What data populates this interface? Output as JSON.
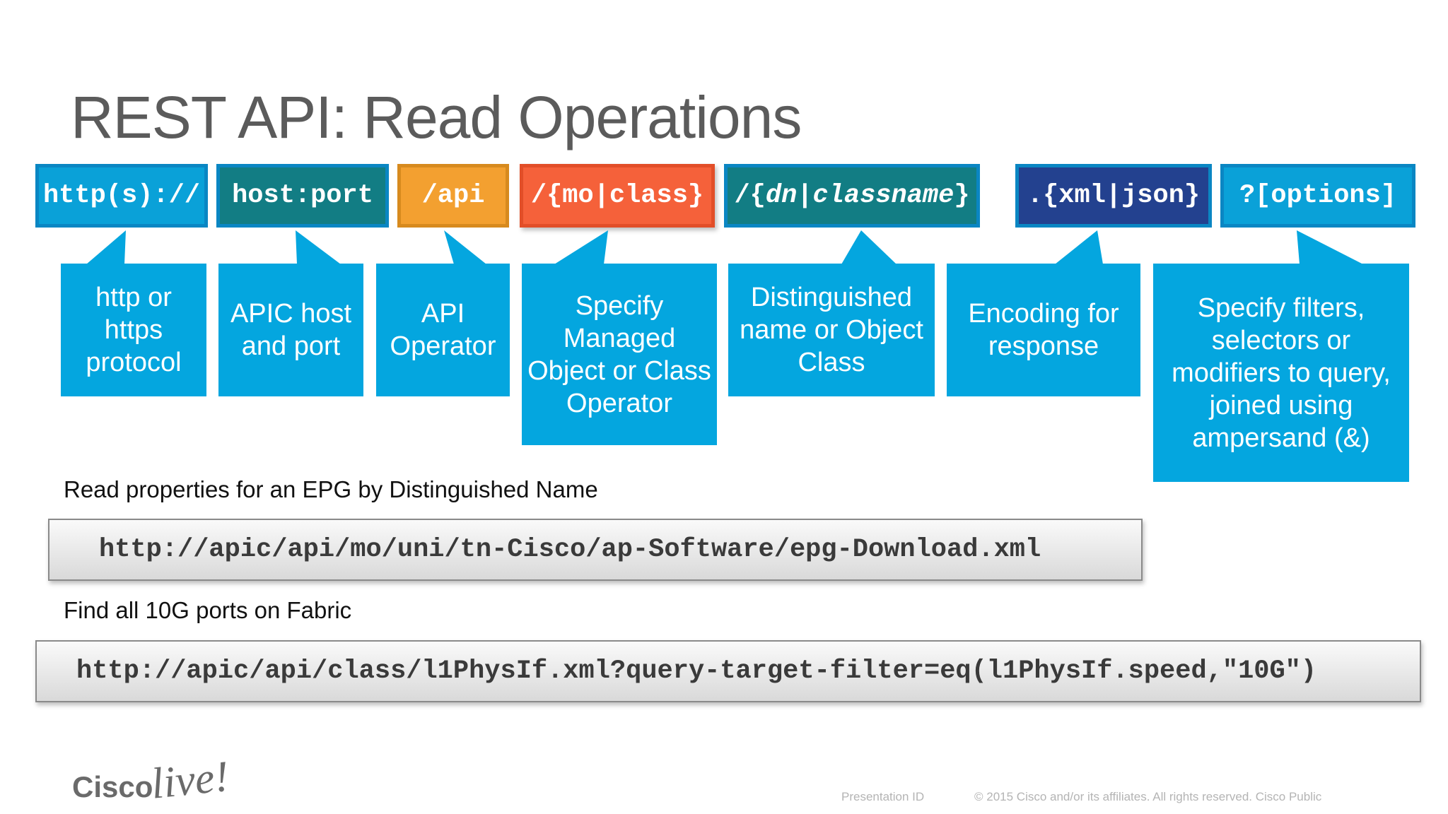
{
  "title": "REST API: Read Operations",
  "url_segments": [
    {
      "text": "http(s)://",
      "color": "#0aa1d8"
    },
    {
      "text": "host:port",
      "color": "#127d84"
    },
    {
      "text": "/api",
      "color": "#f3a030"
    },
    {
      "text_prefix": "/{",
      "text_main": "mo|class",
      "text_suffix": "}",
      "color": "#f5613a"
    },
    {
      "text_prefix": "/{",
      "text_main": "dn|classname",
      "text_suffix": "}",
      "color": "#127d84"
    },
    {
      "text": ".{xml|json}",
      "color": "#23418f"
    },
    {
      "text": "?[options]",
      "color": "#0aa1d8"
    }
  ],
  "callouts": [
    {
      "text": "http or https protocol"
    },
    {
      "text": "APIC host and port"
    },
    {
      "text": "API Operator"
    },
    {
      "text": "Specify Managed Object or Class Operator"
    },
    {
      "text": "Distinguished name or Object Class"
    },
    {
      "text": "Encoding for response"
    },
    {
      "text": "Specify filters, selectors or modifiers to query, joined using ampersand (&)"
    }
  ],
  "examples": [
    {
      "label": "Read properties for an EPG by Distinguished Name",
      "url": "http://apic/api/mo/uni/tn-Cisco/ap-Software/epg-Download.xml"
    },
    {
      "label": "Find all 10G ports on Fabric",
      "url": "http://apic/api/class/l1PhysIf.xml?query-target-filter=eq(l1PhysIf.speed,\"10G\")"
    }
  ],
  "logo": {
    "brand": "Cisco",
    "script": "live!"
  },
  "footer": {
    "presentation_id": "Presentation ID",
    "copyright": "© 2015  Cisco and/or its affiliates. All rights reserved.   Cisco Public"
  },
  "colors": {
    "callout": "#04a6df",
    "title": "#5b5b5b"
  }
}
